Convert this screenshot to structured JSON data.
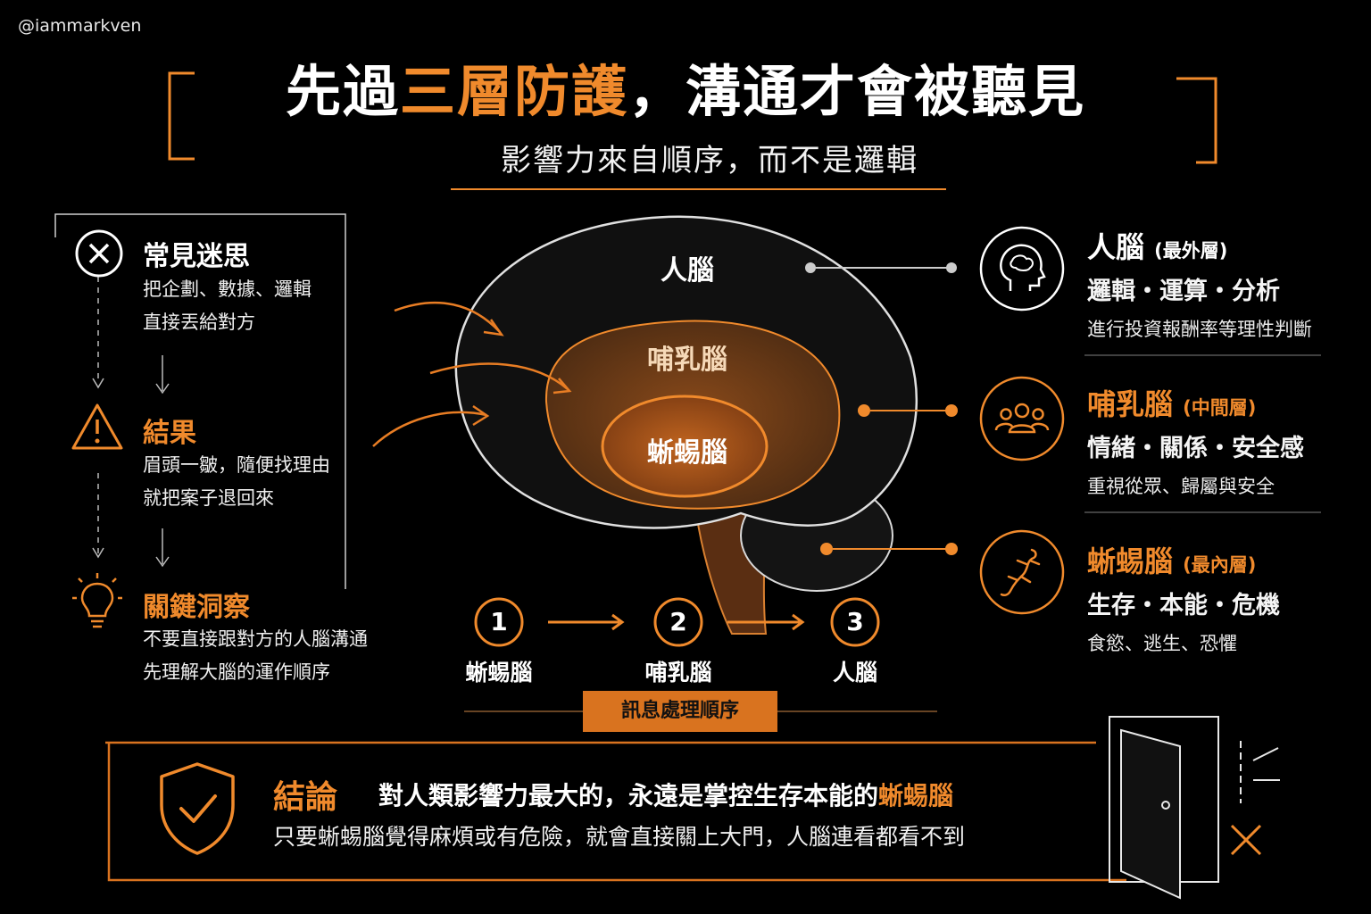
{
  "handle": "@iammarkven",
  "title": {
    "part1": "先過",
    "highlight": "三層防護",
    "part2": "，溝通才會被聽見"
  },
  "subtitle": "影響力來自順序，而不是邏輯",
  "left": {
    "myth": {
      "heading": "常見迷思",
      "lines": [
        "把企劃、數據、邏輯",
        "直接丟給對方"
      ]
    },
    "result": {
      "heading": "結果",
      "lines": [
        "眉頭一皺，隨便找理由",
        "就把案子退回來"
      ]
    },
    "insight": {
      "heading": "關鍵洞察",
      "lines": [
        "不要直接跟對方的人腦溝通",
        "先理解大腦的運作順序"
      ]
    }
  },
  "brain": {
    "outer": "人腦",
    "middle": "哺乳腦",
    "inner": "蜥蜴腦"
  },
  "right": [
    {
      "name": "人腦",
      "tag": "(最外層)",
      "sub": "邏輯・運算・分析",
      "desc": "進行投資報酬率等理性判斷",
      "icon": "brain-head-icon"
    },
    {
      "name": "哺乳腦",
      "tag": "(中間層)",
      "sub": "情緒・關係・安全感",
      "desc": "重視從眾、歸屬與安全",
      "icon": "people-icon"
    },
    {
      "name": "蜥蜴腦",
      "tag": "(最內層)",
      "sub": "生存・本能・危機",
      "desc": "食慾、逃生、恐懼",
      "icon": "lizard-icon"
    }
  ],
  "sequence": {
    "label": "訊息處理順序",
    "steps": [
      {
        "num": "1",
        "label": "蜥蜴腦"
      },
      {
        "num": "2",
        "label": "哺乳腦"
      },
      {
        "num": "3",
        "label": "人腦"
      }
    ]
  },
  "conclusion": {
    "heading": "結論",
    "main_prefix": "對人類影響力最大的，永遠是掌控生存本能的",
    "main_highlight": "蜥蜴腦",
    "sub": "只要蜥蜴腦覺得麻煩或有危險，就會直接關上大門，人腦連看都看不到"
  },
  "colors": {
    "accent": "#f08a2c",
    "background": "#000000",
    "text": "#ffffff"
  }
}
